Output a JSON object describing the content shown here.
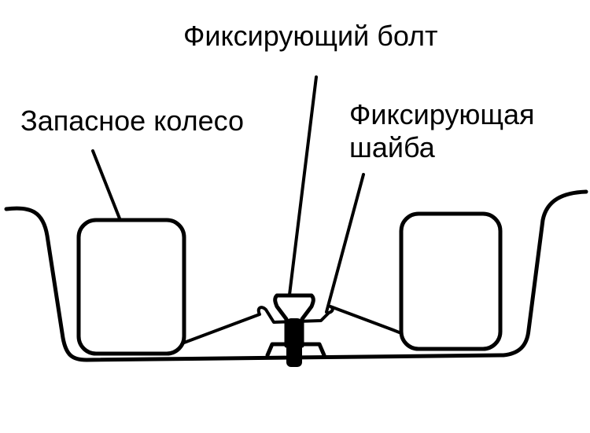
{
  "labels": {
    "bolt": "Фиксирующий болт",
    "spare_wheel": "Запасное колесо",
    "washer_line1": "Фиксирующая",
    "washer_line2": "шайба"
  }
}
